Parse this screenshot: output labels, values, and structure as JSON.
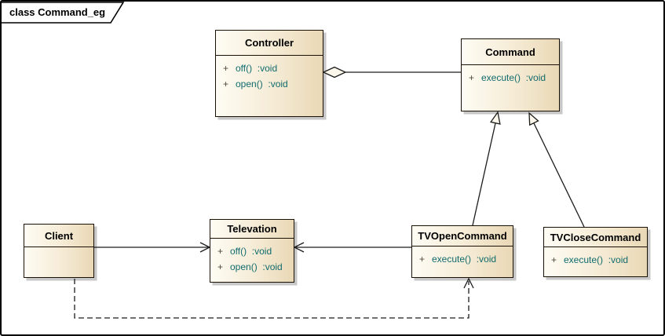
{
  "frame": {
    "label": "class Command_eg"
  },
  "colors": {
    "box_fill_light": "#FEFCF4",
    "box_fill_dark": "#E9D8B5",
    "box_border": "#1A1004",
    "title_text": "#000000",
    "member_text": "#116B6D",
    "visibility_text": "#51463C",
    "connector_line": "#1C1C1C",
    "arrowhead_fill": "#FCF7EB",
    "shadow": "#C7C7C7",
    "background": "#FFFFFF"
  },
  "classes": [
    {
      "name": "Controller",
      "members": [
        {
          "vis": "+",
          "sig": "off()  :void"
        },
        {
          "vis": "+",
          "sig": "open()  :void"
        }
      ]
    },
    {
      "name": "Command",
      "members": [
        {
          "vis": "+",
          "sig": "execute()  :void"
        }
      ]
    },
    {
      "name": "Client",
      "members": []
    },
    {
      "name": "Televation",
      "members": [
        {
          "vis": "+",
          "sig": "off()  :void"
        },
        {
          "vis": "+",
          "sig": "open()  :void"
        }
      ]
    },
    {
      "name": "TVOpenCommand",
      "members": [
        {
          "vis": "+",
          "sig": "execute()  :void"
        }
      ]
    },
    {
      "name": "TVCloseCommand",
      "members": [
        {
          "vis": "+",
          "sig": "execute()  :void"
        }
      ]
    }
  ],
  "relationships": [
    {
      "type": "aggregation",
      "diamond_at": "Controller",
      "from": "Command",
      "to": "Controller"
    },
    {
      "type": "generalization",
      "from": "TVOpenCommand",
      "to": "Command"
    },
    {
      "type": "generalization",
      "from": "TVCloseCommand",
      "to": "Command"
    },
    {
      "type": "association",
      "from": "Client",
      "to": "Televation"
    },
    {
      "type": "association",
      "from": "TVOpenCommand",
      "to": "Televation"
    },
    {
      "type": "dependency",
      "from": "Client",
      "to": "TVOpenCommand",
      "style": "dashed"
    }
  ]
}
